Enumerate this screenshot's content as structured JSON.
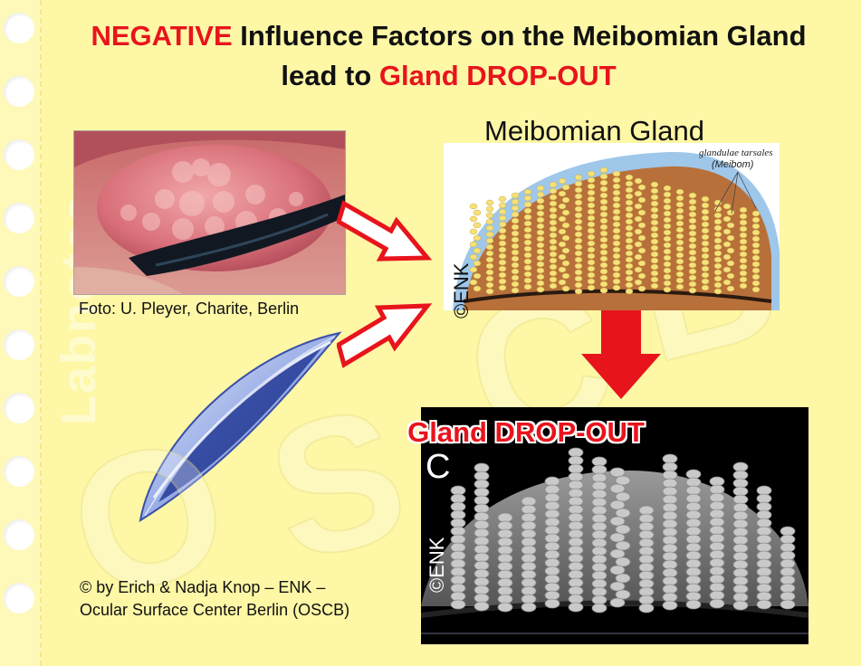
{
  "title": {
    "line1_highlight": "NEGATIVE",
    "line1_rest": " Influence Factors on the Meibomian Gland",
    "line2_prefix": "lead to ",
    "line2_highlight": "Gland DROP-OUT"
  },
  "photo_caption": "Foto: U. Pleyer, Charite, Berlin",
  "gland": {
    "label": "Meibomian Gland",
    "latin_line1": "glandulae tarsales",
    "latin_line2": "(Meibom)",
    "watermark": "©ENK"
  },
  "dropout": {
    "title": "Gland  DROP-OUT",
    "panel_letter": "C",
    "watermark": "©ENK"
  },
  "copyright": {
    "line1": "© by Erich & Nadja Knop – ENK –",
    "line2": "Ocular Surface Center Berlin (OSCB)"
  },
  "background_watermarks": {
    "vertical": "Labnotes",
    "letters": [
      "O",
      "S",
      "C",
      "B"
    ]
  },
  "colors": {
    "background": "#fdf7a6",
    "accent_red": "#e8141c",
    "gland_tissue": "#b8703a",
    "gland_acini": "#f5e27a",
    "dropout_tissue": "#6e6e6e",
    "contact_lens": "#2a3f9e"
  }
}
